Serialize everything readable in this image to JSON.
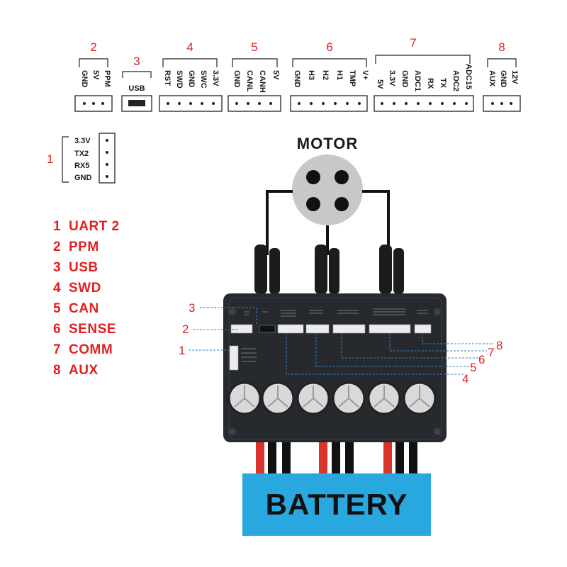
{
  "top_connectors": [
    {
      "number": "2",
      "pins": [
        "GND",
        "5V",
        "PPM"
      ]
    },
    {
      "number": "3",
      "pins": [
        "USB"
      ]
    },
    {
      "number": "4",
      "pins": [
        "RST",
        "SWD",
        "GND",
        "SWC",
        "3.3V"
      ]
    },
    {
      "number": "5",
      "pins": [
        "GND",
        "CANL",
        "CANH",
        "5V"
      ]
    },
    {
      "number": "6",
      "pins": [
        "GND",
        "H3",
        "H2",
        "H1",
        "TMP",
        "V+"
      ]
    },
    {
      "number": "7",
      "pins": [
        "5V",
        "3.3V",
        "GND",
        "ADC1",
        "RX",
        "TX",
        "ADC2",
        "ADC15"
      ]
    },
    {
      "number": "8",
      "pins": [
        "AUX",
        "GND",
        "12V"
      ]
    }
  ],
  "side_connector": {
    "number": "1",
    "pins": [
      "3.3V",
      "TX2",
      "RX5",
      "GND"
    ]
  },
  "legend": [
    {
      "number": "1",
      "label": "UART 2"
    },
    {
      "number": "2",
      "label": "PPM"
    },
    {
      "number": "3",
      "label": "USB"
    },
    {
      "number": "4",
      "label": "SWD"
    },
    {
      "number": "5",
      "label": "CAN"
    },
    {
      "number": "6",
      "label": "SENSE"
    },
    {
      "number": "7",
      "label": "COMM"
    },
    {
      "number": "8",
      "label": "AUX"
    }
  ],
  "motor_label": "MOTOR",
  "battery_label": "BATTERY",
  "board_callouts_left": [
    "3",
    "2",
    "1"
  ],
  "board_callouts_right": [
    "8",
    "7",
    "6",
    "5",
    "4"
  ],
  "colors": {
    "callout_red": "#e02020",
    "board": "#26292d",
    "battery_blue": "#29a8e0",
    "motor_gray": "#c8c8c8",
    "wire_red": "#d8332c",
    "leader_blue": "#3a7fc4"
  }
}
